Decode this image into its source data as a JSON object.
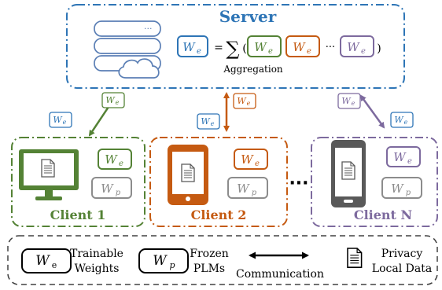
{
  "server": {
    "title": "Server",
    "aggregation_label": "Aggregation",
    "formula": {
      "lhs": "W",
      "lhs_sub": "e",
      "equals": "=",
      "sum": "∑",
      "open_paren": "(",
      "close_paren": ")",
      "ellipsis": "···",
      "terms": [
        {
          "label": "W",
          "sub": "e",
          "color": "#548235"
        },
        {
          "label": "W",
          "sub": "e",
          "color": "#C55A11"
        },
        {
          "label": "W",
          "sub": "e",
          "color": "#7D6A9E"
        }
      ]
    }
  },
  "clients": [
    {
      "name": "Client 1",
      "device": "monitor-icon",
      "color": "#548235"
    },
    {
      "name": "Client 2",
      "device": "tablet-icon",
      "color": "#C55A11"
    },
    {
      "name": "Client N",
      "device": "phone-icon",
      "color": "#7D6A9E"
    }
  ],
  "client_badges": {
    "trainable": {
      "label": "W",
      "sub": "e"
    },
    "frozen": {
      "label": "W",
      "sub": "p"
    }
  },
  "clients_ellipsis": "···",
  "link_badges": {
    "label": "W",
    "sub": "e"
  },
  "legend": {
    "trainable": {
      "symbol": "W",
      "sub": "e",
      "line1": "Trainable",
      "line2": "Weights"
    },
    "frozen": {
      "symbol": "W",
      "sub": "p",
      "line1": "Frozen",
      "line2": "PLMs"
    },
    "communication": {
      "label": "Communication"
    },
    "privacy": {
      "line1": "Privacy",
      "line2": "Local Data"
    }
  },
  "colors": {
    "server": "#2E75B6",
    "client1": "#548235",
    "client2": "#C55A11",
    "clientN": "#7D6A9E",
    "frozen_gray": "#8C8C8C",
    "device_gray": "#595959",
    "black": "#000000"
  }
}
